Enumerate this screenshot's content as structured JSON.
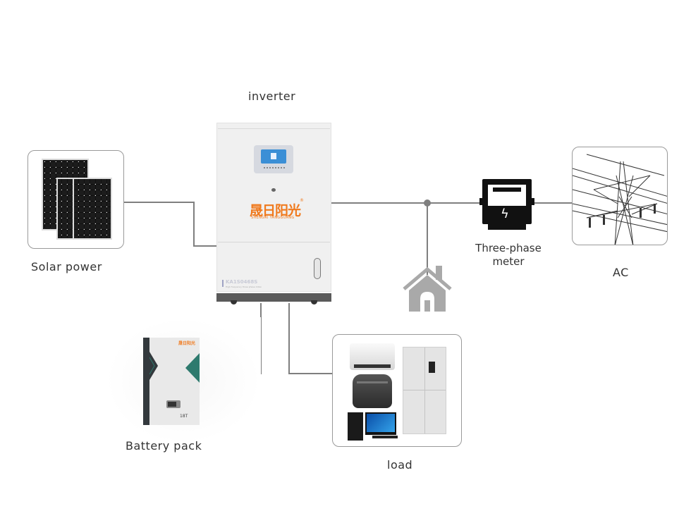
{
  "diagram": {
    "title": "Solar energy storage system",
    "nodes": {
      "inverter": {
        "label": "inverter",
        "brand_cn": "晟日阳光",
        "brand_en": "SHENGRI YANGGUANG",
        "model": "KA1S0468S",
        "subtitle": "High frequency three phase 10kw"
      },
      "solar": {
        "label": "Solar power"
      },
      "battery": {
        "label": "Battery pack",
        "model": "18T",
        "brand_cn": "晟日阳光"
      },
      "load": {
        "label": "load"
      },
      "meter": {
        "label": "Three-phase\nmeter",
        "label_line1": "Three-phase",
        "label_line2": "meter"
      },
      "ac": {
        "label": "AC"
      },
      "house": {
        "label": ""
      }
    },
    "colors": {
      "line": "#7f7f7f",
      "brand_orange": "#f07a1e",
      "battery_teal": "#2e7a6e",
      "battery_dark": "#33393d",
      "house": "#a9a9a9"
    }
  }
}
